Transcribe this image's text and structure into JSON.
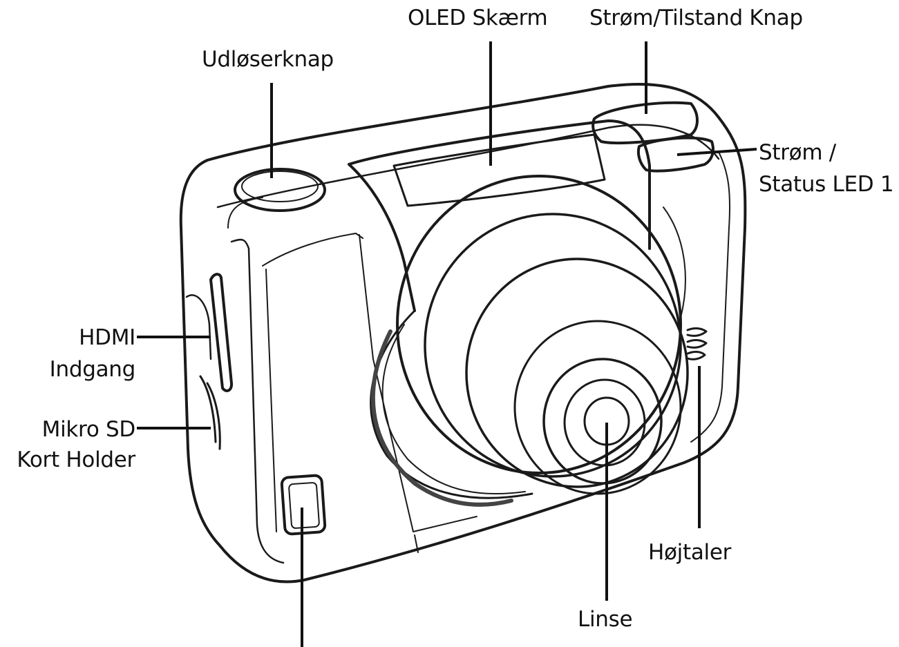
{
  "labels": {
    "udloserknap": "Udløserknap",
    "oled": "OLED Skærm",
    "power_mode": "Strøm/Tilstand Knap",
    "power_led_line1": "Strøm /",
    "power_led_line2": "Status LED 1",
    "hdmi_line1": "HDMI",
    "hdmi_line2": "Indgang",
    "microsd_line1": "Mikro SD",
    "microsd_line2": "Kort Holder",
    "speaker": "Højtaler",
    "lens": "Linse"
  },
  "colors": {
    "line": "#111111",
    "text": "#111111",
    "background": "#ffffff"
  }
}
